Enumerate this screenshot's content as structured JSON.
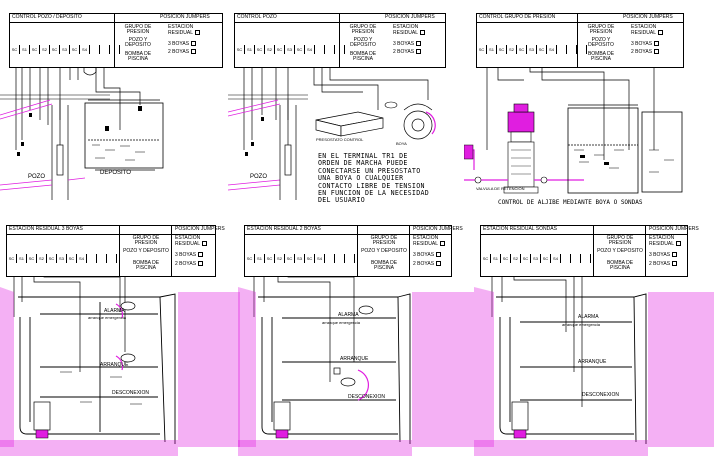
{
  "colors": {
    "soil": "#e01ee0",
    "pump": "#e01ee0",
    "water": "#000000",
    "pipe_accent": "#c83cc8"
  },
  "panels": [
    {
      "id": "pozo-deposito",
      "title": "CONTROL POZO / DEPOSITO",
      "jumpers_title": "POSICION JUMPERS",
      "options": [
        "GRUPO DE PRESION",
        "POZO Y DEPOSITO",
        "BOMBA DE PISCINA"
      ],
      "jumpers": [
        "ESTACION RESIDUAL",
        "3 BOYAS",
        "2 BOYAS"
      ],
      "terminals": [
        "SC",
        "S1",
        "SC",
        "S2",
        "SC",
        "S3",
        "SC",
        "S4",
        "",
        "",
        "",
        ""
      ],
      "labels": [
        "POZO",
        "DEPOSITO"
      ]
    },
    {
      "id": "pozo",
      "title": "CONTROL POZO",
      "jumpers_title": "POSICION JUMPERS",
      "options": [
        "GRUPO DE PRESION",
        "POZO Y DEPOSITO",
        "BOMBA DE PISCINA"
      ],
      "jumpers": [
        "ESTACION RESIDUAL",
        "3 BOYAS",
        "2 BOYAS"
      ],
      "terminals": [
        "SC",
        "S1",
        "SC",
        "S2",
        "SC",
        "S3",
        "SC",
        "S4",
        "",
        "",
        "",
        ""
      ],
      "labels": [
        "POZO"
      ],
      "note": "EN EL TERMINAL TR1 DE\nORDEN DE MARCHA PUEDE\nCONECTARSE UN PRESOSTATO\nUNA BOYA O CUALQUIER\nCONTACTO LIBRE DE TENSION\nEN FUNCION DE LA NECESIDAD\nDEL USUARIO",
      "device_labels": [
        "PRESOSTATO CONTROL",
        "BOYA"
      ]
    },
    {
      "id": "grupo-presion",
      "title": "CONTROL GRUPO DE PRESION",
      "jumpers_title": "POSICION JUMPERS",
      "options": [
        "GRUPO DE PRESION",
        "POZO Y DEPOSITO",
        "BOMBA DE PISCINA"
      ],
      "jumpers": [
        "ESTACION RESIDUAL",
        "3 BOYAS",
        "2 BOYAS"
      ],
      "terminals": [
        "SC",
        "S1",
        "SC",
        "S2",
        "SC",
        "S3",
        "SC",
        "S4",
        "",
        "",
        "",
        ""
      ],
      "caption": "CONTROL DE ALJIBE MEDIANTE BOYA O SONDAS",
      "device_labels": [
        "VALVULA DE RETENCION"
      ]
    },
    {
      "id": "residual-3",
      "title": "ESTACION RESIDUAL 3 BOYAS",
      "jumpers_title": "POSICION JUMPERS",
      "options": [
        "GRUPO DE PRESION",
        "POZO Y DEPOSITO",
        "BOMBA DE PISCINA"
      ],
      "jumpers": [
        "ESTACION RESIDUAL",
        "3 BOYAS",
        "2 BOYAS"
      ],
      "terminals": [
        "SC",
        "S1",
        "SC",
        "S2",
        "SC",
        "S3",
        "SC",
        "S4",
        "",
        "",
        "",
        ""
      ],
      "levels": [
        "ALARMA",
        "ARRANQUE",
        "DESCONEXION"
      ],
      "sub": "arranque emergencia"
    },
    {
      "id": "residual-2",
      "title": "ESTACION RESIDUAL 2 BOYAS",
      "jumpers_title": "POSICION JUMPERS",
      "options": [
        "GRUPO DE PRESION",
        "POZO Y DEPOSITO",
        "BOMBA DE PISCINA"
      ],
      "jumpers": [
        "ESTACION RESIDUAL",
        "3 BOYAS",
        "2 BOYAS"
      ],
      "terminals": [
        "SC",
        "S1",
        "SC",
        "S2",
        "SC",
        "S3",
        "SC",
        "S4",
        "",
        "",
        "",
        ""
      ],
      "levels": [
        "ALARMA",
        "ARRANQUE",
        "DESCONEXION"
      ],
      "sub": "arranque emergencia"
    },
    {
      "id": "residual-sondas",
      "title": "ESTACION RESIDUAL SONDAS",
      "jumpers_title": "POSICION JUMPERS",
      "options": [
        "GRUPO DE PRESION",
        "POZO Y DEPOSITO",
        "BOMBA DE PISCINA"
      ],
      "jumpers": [
        "ESTACION RESIDUAL",
        "3 BOYAS",
        "2 BOYAS"
      ],
      "terminals": [
        "SC",
        "S1",
        "SC",
        "S2",
        "SC",
        "S3",
        "SC",
        "S4",
        "",
        "",
        "",
        ""
      ],
      "levels": [
        "ALARMA",
        "ARRANQUE",
        "DESCONEXION"
      ],
      "sub": "arranque emergencia"
    }
  ]
}
